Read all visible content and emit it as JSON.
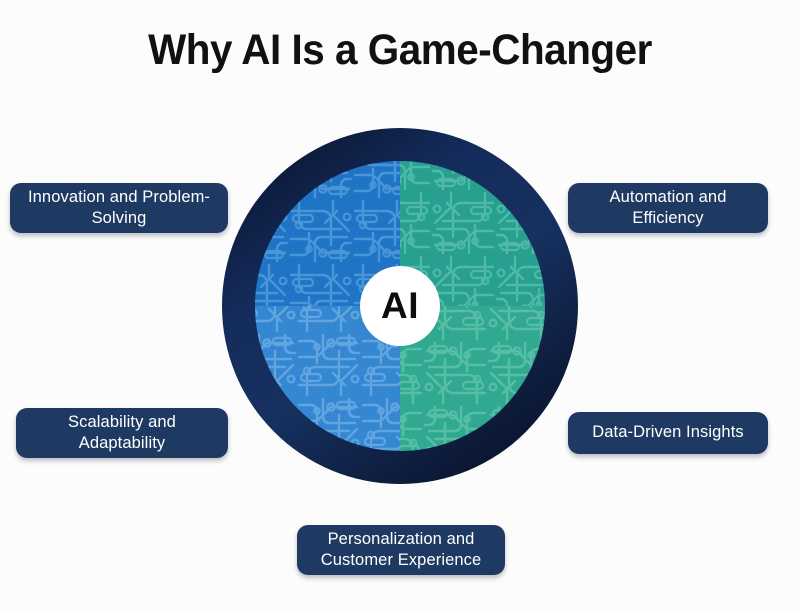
{
  "page": {
    "title": "Why AI Is a Game-Changer",
    "background_color": "#fcfcfc"
  },
  "hub": {
    "core_label": "AI",
    "core_fill": "#ffffff",
    "core_text_color": "#0d0d0d",
    "ring_color_top": "#12264f",
    "ring_color_bottom": "#0a1430",
    "quadrants": [
      {
        "name": "top-left",
        "color": "#1f74c6",
        "trace_color": "#4f9bdb"
      },
      {
        "name": "top-right",
        "color": "#27a08f",
        "trace_color": "#56bcaa"
      },
      {
        "name": "bottom-left",
        "color": "#2b81cf",
        "trace_color": "#5ea8e0"
      },
      {
        "name": "bottom-right",
        "color": "#33b096",
        "trace_color": "#63c6b0"
      }
    ]
  },
  "labels": {
    "box_color": "#1e3a63",
    "text_color": "#ffffff",
    "items": [
      {
        "id": "innovation",
        "text": "Innovation and Problem-Solving"
      },
      {
        "id": "automation",
        "text": "Automation and Efficiency"
      },
      {
        "id": "scalability",
        "text": "Scalability and Adaptability"
      },
      {
        "id": "data-driven",
        "text": "Data-Driven Insights"
      },
      {
        "id": "personalization",
        "text": "Personalization and Customer Experience"
      }
    ]
  }
}
